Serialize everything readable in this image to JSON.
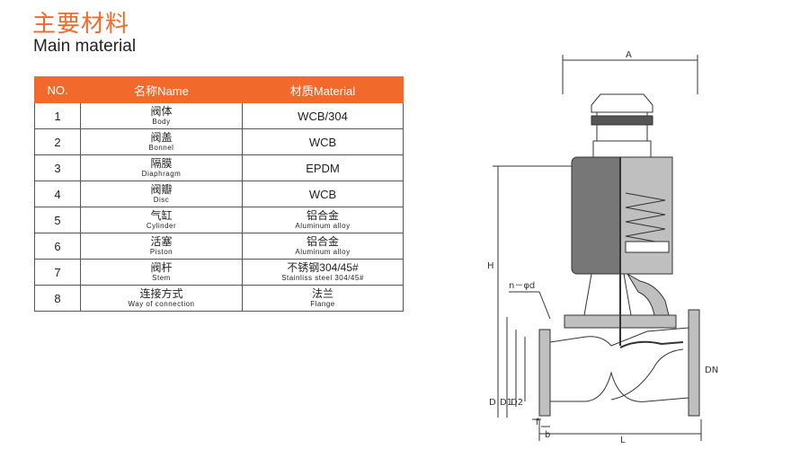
{
  "title_cn": "主要材料",
  "title_en": "Main material",
  "table": {
    "headers": [
      "NO.",
      "名称Name",
      "材质Material"
    ],
    "rows": [
      {
        "no": "1",
        "name_cn": "阀体",
        "name_en": "Body",
        "material": "WCB/304"
      },
      {
        "no": "2",
        "name_cn": "阀盖",
        "name_en": "Bonnel",
        "material": "WCB"
      },
      {
        "no": "3",
        "name_cn": "隔膜",
        "name_en": "Diaphragm",
        "material": "EPDM"
      },
      {
        "no": "4",
        "name_cn": "阀瓣",
        "name_en": "Disc",
        "material": "WCB"
      },
      {
        "no": "5",
        "name_cn": "气缸",
        "name_en": "Cylinder",
        "material_cn": "铝合金",
        "material_en": "Aluminum alloy"
      },
      {
        "no": "6",
        "name_cn": "活塞",
        "name_en": "Piston",
        "material_cn": "铝合金",
        "material_en": "Aluminum alloy"
      },
      {
        "no": "7",
        "name_cn": "阀杆",
        "name_en": "Stem",
        "material_cn": "不锈钢304/45#",
        "material_en": "Stainliss steel 304/45#"
      },
      {
        "no": "8",
        "name_cn": "连接方式",
        "name_en": "Way of connection",
        "material_cn": "法兰",
        "material_en": "Flange"
      }
    ]
  },
  "drawing": {
    "dims": {
      "A": "A",
      "H": "H",
      "L": "L",
      "DN": "DN",
      "D": "D",
      "D1": "D1",
      "D2": "D2",
      "b": "b",
      "f": "f",
      "hole": "n－φd"
    },
    "colors": {
      "line": "#333333",
      "fill": "#bfbfbf",
      "dark": "#555555",
      "orange": "#f26a2b"
    }
  }
}
